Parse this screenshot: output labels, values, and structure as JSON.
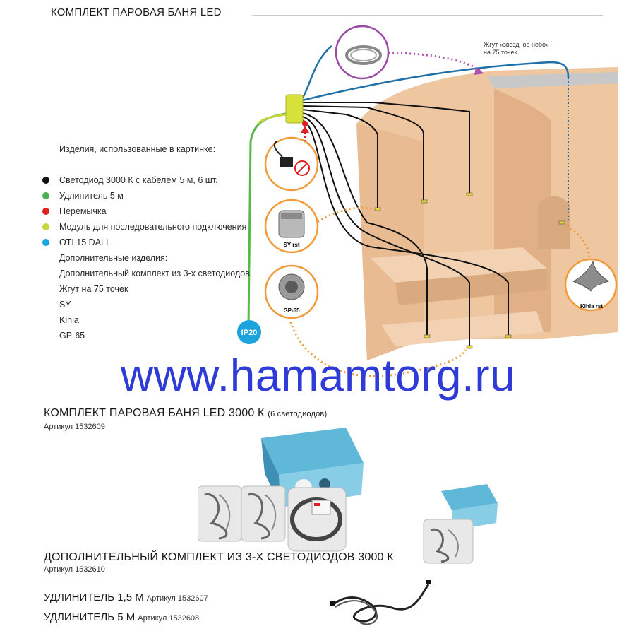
{
  "header": {
    "title": "КОМПЛЕКТ ПАРОВАЯ БАНЯ LED"
  },
  "callouts": {
    "star_sky_line1": "Жгут «звездное небо»",
    "star_sky_line2": "на 75 точек"
  },
  "badges": {
    "sy": "SY rst",
    "gp": "GP-65",
    "kihla": "Kihla rst",
    "ip": "IP20"
  },
  "legend": {
    "intro": "Изделия, использованные в картинке:",
    "items": [
      {
        "label": "Светодиод 3000 К с кабелем 5 м, 6 шт.",
        "color": "#111111"
      },
      {
        "label": "Удлинитель 5 м",
        "color": "#4caf50"
      },
      {
        "label": "Перемычка",
        "color": "#e02020"
      },
      {
        "label": "Модуль для последовательного подключения",
        "color": "#c8d43c"
      },
      {
        "label": "OTI 15 DALI",
        "color": "#1aa3dd"
      }
    ],
    "extra": [
      "Дополнительные изделия:",
      "Дополнительный комплект из 3-х светодиодов",
      "Жгут на 75 точек",
      "SY",
      "Kihla",
      "GP-65"
    ]
  },
  "watermark": "www.hamamtorg.ru",
  "product1": {
    "title": "КОМПЛЕКТ ПАРОВАЯ БАНЯ LED 3000 К",
    "title_note": "(6 светодиодов)",
    "article": "Артикул 1532609"
  },
  "product2": {
    "title": "ДОПОЛНИТЕЛЬНЫЙ КОМПЛЕКТ ИЗ 3-Х СВЕТОДИОДОВ 3000 К",
    "article": "Артикул 1532610"
  },
  "extender1": {
    "title": "УДЛИНИТЕЛЬ 1,5 М",
    "article": "Артикул 1532607"
  },
  "extender2": {
    "title": "УДЛИНИТЕЛЬ 5 М",
    "article": "Артикул 1532608"
  },
  "colors": {
    "wall": "#eec7a0",
    "wall_shadow": "#d9a97f",
    "cable_blue": "#1f6fa8",
    "cable_green": "#57b947",
    "module": "#d6e23b",
    "dotted_orange": "#f29a3a",
    "dotted_purple": "#b050b0",
    "ring_orange": "#f29a3a",
    "ring_purple": "#9a4aa6",
    "badge_blue": "#1aa3dd",
    "watermark": "#2f3bd6"
  }
}
